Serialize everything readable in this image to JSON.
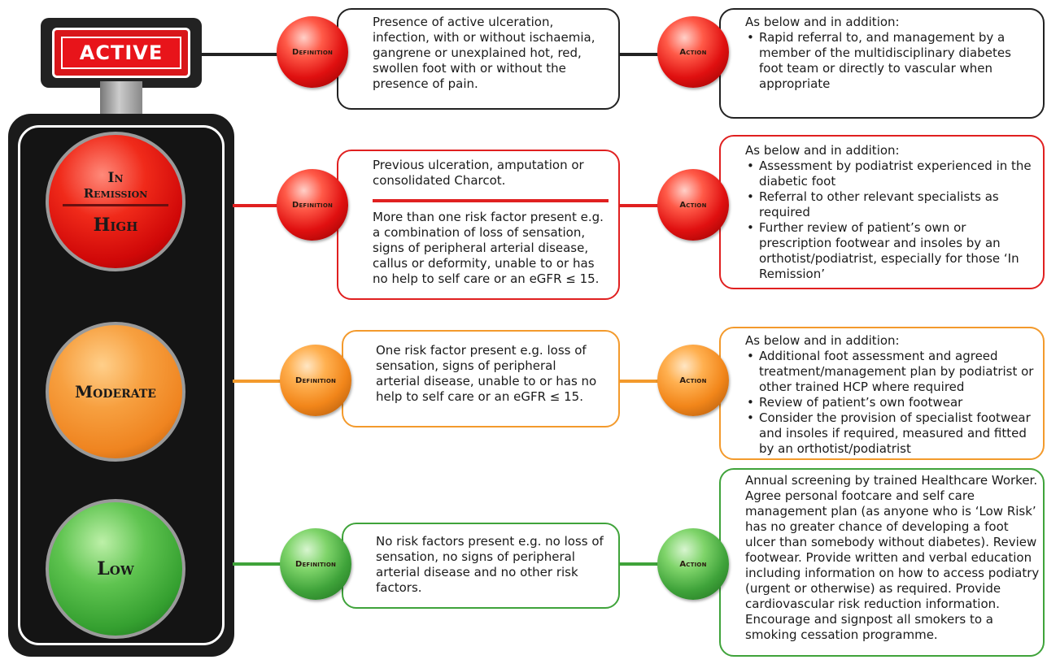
{
  "traffic_light": {
    "active_label": "ACTIVE",
    "lights": [
      {
        "top": "In",
        "mid": "Remission",
        "main": "High",
        "color": "red"
      },
      {
        "main": "Moderate",
        "color": "orange"
      },
      {
        "main": "Low",
        "color": "green"
      }
    ]
  },
  "badges": {
    "definition": "Definition",
    "action": "Action"
  },
  "colors": {
    "active": "#222222",
    "high": "#e02020",
    "moderate": "#f39a2c",
    "low": "#3fa33a"
  },
  "rows": [
    {
      "level": "Active",
      "definition": "Presence of active ulceration, infection, with or without ischaemia, gangrene or unexplained hot, red, swollen foot with or without the presence of pain.",
      "action_intro": "As below and in addition:",
      "action_items": [
        "Rapid referral to, and management by a member of the multidisciplinary diabetes foot team or directly to vascular when appropriate"
      ]
    },
    {
      "level": "High",
      "definition_top": "Previous ulceration, amputation or consolidated Charcot.",
      "definition": "More than one risk factor present e.g. a combination of loss of sensation, signs of peripheral arterial disease, callus or deformity, unable to or has no help to self care or an eGFR ≤ 15.",
      "action_intro": "As below and in addition:",
      "action_items": [
        "Assessment by podiatrist experienced in the diabetic foot",
        "Referral to other relevant specialists as required",
        "Further review of patient’s own or prescription footwear and insoles by an orthotist/podiatrist, especially for those ‘In Remission’"
      ]
    },
    {
      "level": "Moderate",
      "definition": "One risk factor present e.g. loss of sensation, signs of peripheral arterial disease, unable to or has no help to self care or an eGFR ≤ 15.",
      "action_intro": "As below and in addition:",
      "action_items": [
        "Additional foot assessment and agreed treatment/management plan by podiatrist or other trained HCP where required",
        "Review of patient’s own footwear",
        "Consider the provision of specialist footwear and insoles if required, measured and fitted by an orthotist/podiatrist"
      ]
    },
    {
      "level": "Low",
      "definition": "No risk factors present e.g. no loss of sensation, no signs of peripheral arterial disease and no other risk factors.",
      "action_text": "Annual screening by trained Healthcare Worker. Agree personal footcare and self care management plan (as anyone who is ‘Low Risk’ has no greater chance of developing a foot ulcer than somebody without diabetes). Review footwear. Provide written and verbal education including information on how to access podiatry (urgent or otherwise) as required. Provide cardiovascular risk reduction information. Encourage and signpost all smokers to a smoking cessation programme."
    }
  ]
}
